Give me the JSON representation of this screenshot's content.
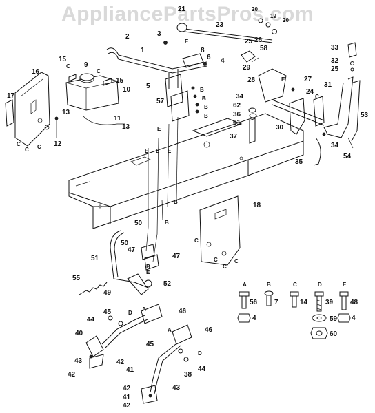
{
  "watermark": "AppliancePartsPros.com",
  "callouts": {
    "n1": "1",
    "n2": "2",
    "n3": "3",
    "n4": "4",
    "n5": "5",
    "n6": "6",
    "n8": "8",
    "n9": "9",
    "n10": "10",
    "n11": "11",
    "n12": "12",
    "n13a": "13",
    "n13b": "13",
    "n15a": "15",
    "n15b": "15",
    "n16": "16",
    "n17": "17",
    "n18": "18",
    "n19": "19",
    "n20a": "20",
    "n20b": "20",
    "n21": "21",
    "n23": "23",
    "n24": "24",
    "n25a": "25",
    "n25b": "25",
    "n26": "26",
    "n27": "27",
    "n28": "28",
    "n29": "29",
    "n30": "30",
    "n31": "31",
    "n32": "32",
    "n33": "33",
    "n34a": "34",
    "n34b": "34",
    "n35": "35",
    "n36": "36",
    "n37": "37",
    "n38": "38",
    "n40": "40",
    "n41a": "41",
    "n41b": "41",
    "n42a": "42",
    "n42b": "42",
    "n42c": "42",
    "n42d": "42",
    "n43a": "43",
    "n43b": "43",
    "n44a": "44",
    "n44b": "44",
    "n45a": "45",
    "n45b": "45",
    "n46a": "46",
    "n46b": "46",
    "n47a": "47",
    "n47b": "47",
    "n49": "49",
    "n50a": "50",
    "n50b": "50",
    "n51": "51",
    "n52": "52",
    "n53": "53",
    "n54": "54",
    "n55": "55",
    "n57": "57",
    "n58": "58",
    "n61": "61",
    "n62": "62"
  },
  "letters": {
    "e_top": "E",
    "c15": "C",
    "c_tank": "C",
    "e_lever": "E",
    "c_left": "C",
    "b1": "B",
    "b2": "B",
    "b3": "B",
    "b4": "B",
    "b5": "B",
    "e_mid1": "E",
    "e_mid2": "E",
    "e_mid3": "E",
    "b_mid1": "B",
    "c18a": "C",
    "c18b": "C",
    "c18c": "C",
    "c18d": "C",
    "c_right": "C",
    "e_right": "E",
    "d46a": "D",
    "a46a": "A",
    "a46b": "A",
    "d46b": "D",
    "e47": "E",
    "b47": "B"
  },
  "hardware_legend": {
    "items": [
      {
        "letter": "A",
        "part": "56",
        "nut": "4"
      },
      {
        "letter": "B",
        "part": "7"
      },
      {
        "letter": "C",
        "part": "14"
      },
      {
        "letter": "D",
        "part": "39",
        "washer": "59",
        "nut": "60"
      },
      {
        "letter": "E",
        "part": "48",
        "nut": "4"
      }
    ]
  }
}
